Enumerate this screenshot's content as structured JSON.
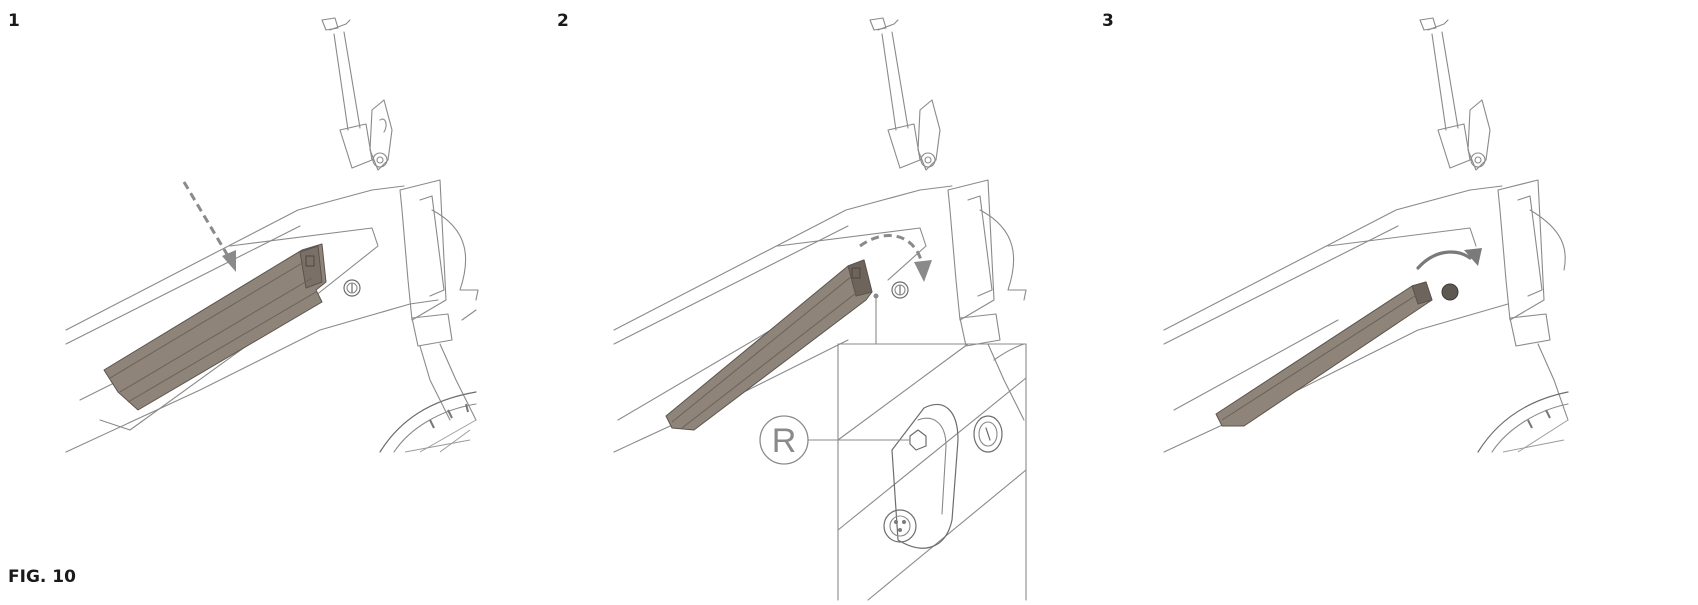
{
  "figure": {
    "label": "FIG. 10",
    "steps": [
      {
        "number": "1"
      },
      {
        "number": "2",
        "callout_letter": "R"
      },
      {
        "number": "3"
      }
    ]
  },
  "colors": {
    "battery_fill": "#8f8479",
    "battery_dark": "#6d645b",
    "line": "#8a8a8a",
    "arrow": "#8a8a8a",
    "lock_dot": "#5e5852"
  },
  "icons": [
    "dashed-arrow-down-icon",
    "dashed-curved-arrow-icon",
    "curved-arrow-icon",
    "lock-cylinder-icon",
    "charging-port-icon"
  ]
}
